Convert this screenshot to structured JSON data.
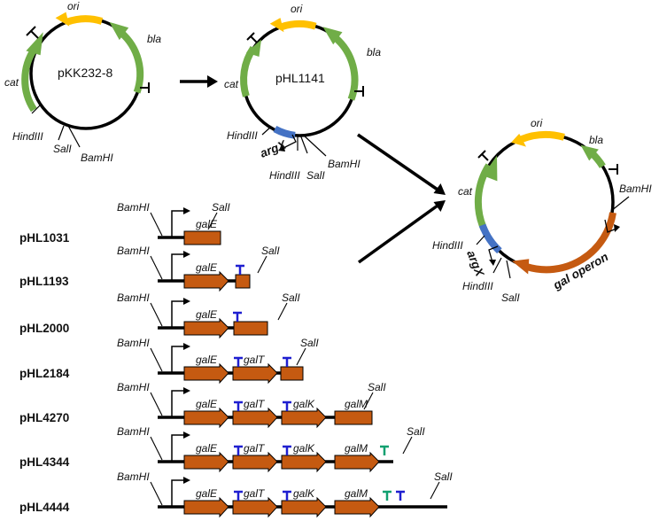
{
  "plasmids": {
    "p1": {
      "name": "pKK232-8",
      "ori": "ori",
      "bla": "bla",
      "cat": "cat",
      "hind": "HindIII",
      "sal": "SalI",
      "bam": "BamHI"
    },
    "p2": {
      "name": "pHL1141",
      "ori": "ori",
      "bla": "bla",
      "cat": "cat",
      "hind": "HindIII",
      "hind2": "HindIII",
      "sal": "SalI",
      "bam": "BamHI",
      "argx": "argX"
    },
    "p3": {
      "ori": "ori",
      "bla": "bla",
      "cat": "cat",
      "hind": "HindIII",
      "hind2": "HindIII",
      "sal": "SalI",
      "bam": "BamHI",
      "argx": "argX",
      "gal": "gal operon"
    }
  },
  "constructs": [
    {
      "name": "pHL1031",
      "bam": "BamHI",
      "sal": "SalI",
      "genes": [
        "galE"
      ]
    },
    {
      "name": "pHL1193",
      "bam": "BamHI",
      "sal": "SalI",
      "genes": [
        "galE"
      ]
    },
    {
      "name": "pHL2000",
      "bam": "BamHI",
      "sal": "SalI",
      "genes": [
        "galE"
      ]
    },
    {
      "name": "pHL2184",
      "bam": "BamHI",
      "sal": "SalI",
      "genes": [
        "galE",
        "galT"
      ]
    },
    {
      "name": "pHL4270",
      "bam": "BamHI",
      "sal": "SalI",
      "genes": [
        "galE",
        "galT",
        "galK",
        "galM"
      ]
    },
    {
      "name": "pHL4344",
      "bam": "BamHI",
      "sal": "SalI",
      "genes": [
        "galE",
        "galT",
        "galK",
        "galM"
      ]
    },
    {
      "name": "pHL4444",
      "bam": "BamHI",
      "sal": "SalI",
      "genes": [
        "galE",
        "galT",
        "galK",
        "galM"
      ]
    }
  ],
  "colors": {
    "green": "#70AD47",
    "yellow": "#FFC000",
    "blue": "#4472C4",
    "orange": "#C55A11",
    "term_blue": "#1F1FD0",
    "term_green": "#10A070"
  }
}
